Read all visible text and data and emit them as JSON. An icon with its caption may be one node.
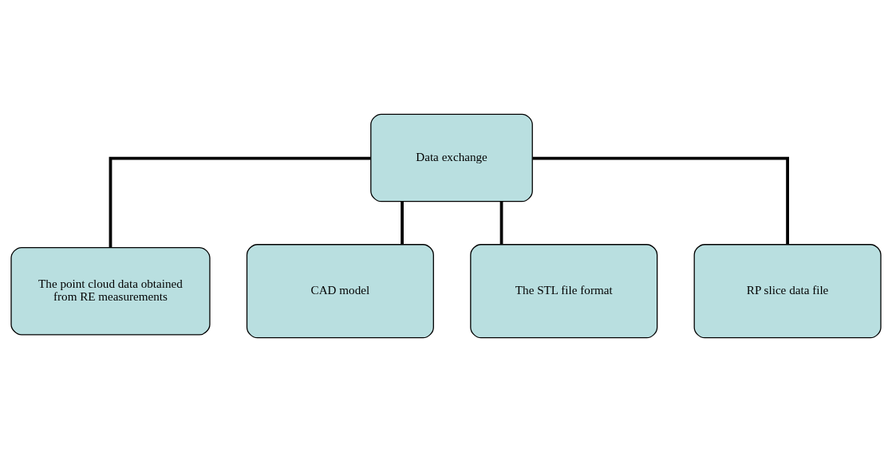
{
  "diagram": {
    "nodes": [
      {
        "text": [
          "Data exchange"
        ]
      },
      {
        "text": [
          "The point cloud data obtained from RE measurements"
        ]
      },
      {
        "text": [
          "CAD model"
        ]
      },
      {
        "text": [
          "The STL file format"
        ]
      },
      {
        "text": [
          "RP slice data file"
        ]
      }
    ],
    "edges": [
      {
        "from": 0,
        "to": 1,
        "arrow": "none"
      },
      {
        "from": 0,
        "to": 2,
        "arrow": "none"
      },
      {
        "from": 0,
        "to": 3,
        "arrow": "none"
      },
      {
        "from": 0,
        "to": 4,
        "arrow": "none"
      }
    ]
  }
}
